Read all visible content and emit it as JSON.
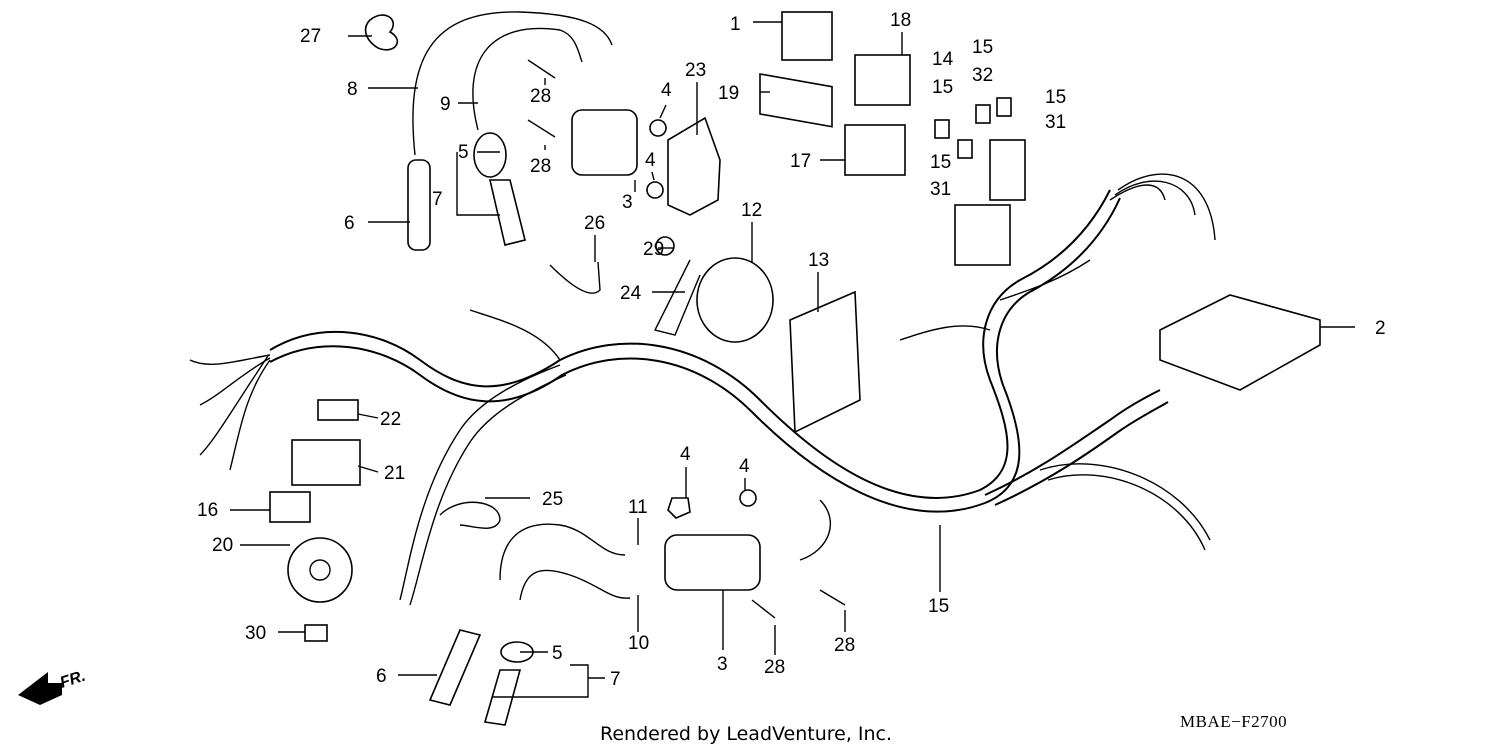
{
  "footer": {
    "credit": "Rendered by LeadVenture, Inc.",
    "code": "MBAE−F2700"
  },
  "direction_label": "FR.",
  "callouts": [
    "1",
    "2",
    "3",
    "3",
    "4",
    "4",
    "4",
    "4",
    "5",
    "5",
    "6",
    "6",
    "7",
    "7",
    "8",
    "9",
    "10",
    "11",
    "12",
    "13",
    "14",
    "15",
    "15",
    "15",
    "15",
    "15",
    "16",
    "17",
    "18",
    "19",
    "20",
    "21",
    "22",
    "23",
    "24",
    "25",
    "26",
    "27",
    "28",
    "28",
    "28",
    "28",
    "29",
    "30",
    "31",
    "31",
    "32"
  ],
  "colors": {
    "line": "#000000",
    "background": "#ffffff"
  }
}
